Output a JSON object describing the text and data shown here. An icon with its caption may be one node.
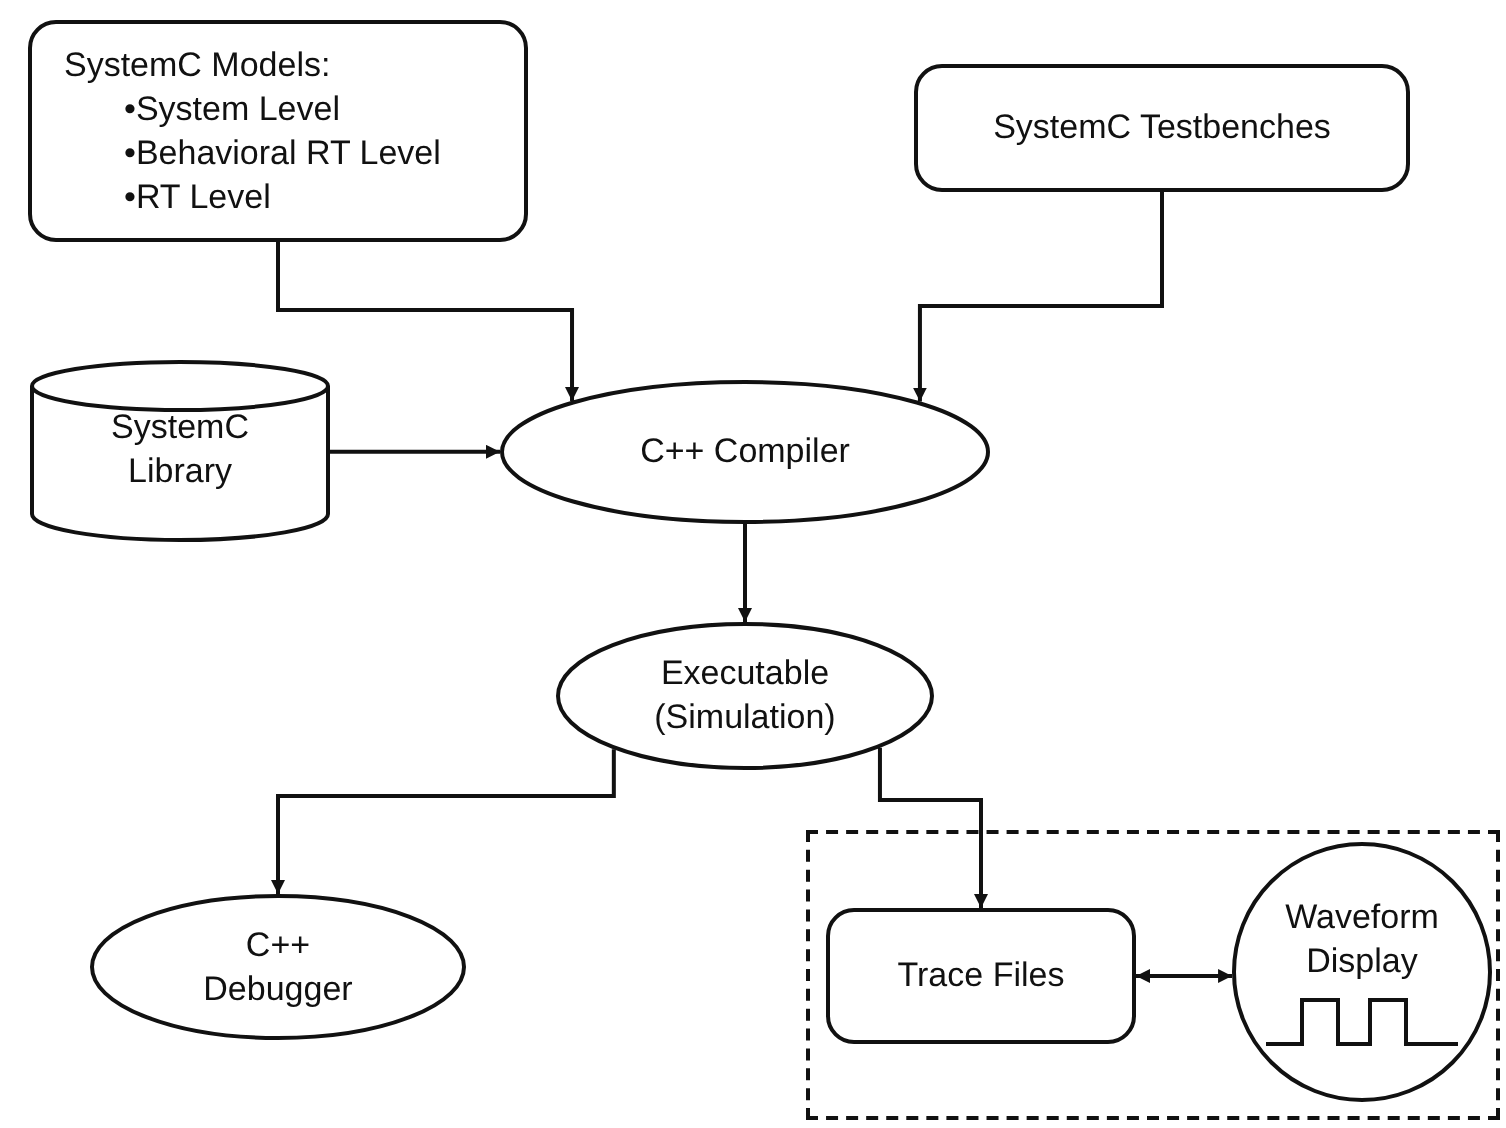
{
  "diagram": {
    "nodes": [
      {
        "text": [
          "SystemC Models:",
          "•System Level",
          "•Behavioral RT Level",
          "•RT Level"
        ]
      },
      {
        "text": [
          "SystemC Testbenches"
        ]
      },
      {
        "text": [
          "SystemC Library"
        ]
      },
      {
        "text": [
          "C++ Compiler"
        ]
      },
      {
        "text": [
          "Executable (Simulation)"
        ]
      },
      {
        "text": [
          "C++ Debugger"
        ]
      },
      {
        "text": [],
        "shape": "box"
      },
      {
        "text": [
          "Trace Files"
        ],
        "in": 6
      },
      {
        "text": [
          "Waveform Display"
        ],
        "in": 6
      }
    ],
    "edges": [
      {
        "from": 0,
        "to": 3,
        "arrow": "to"
      },
      {
        "from": 1,
        "to": 3,
        "arrow": "to"
      },
      {
        "from": 2,
        "to": 3,
        "arrow": "to"
      },
      {
        "from": 3,
        "to": 4,
        "arrow": "to"
      },
      {
        "from": 4,
        "to": 5,
        "arrow": "to"
      },
      {
        "from": 4,
        "to": 7,
        "arrow": "to"
      },
      {
        "from": 7,
        "to": 8,
        "arrow": "both"
      }
    ]
  }
}
